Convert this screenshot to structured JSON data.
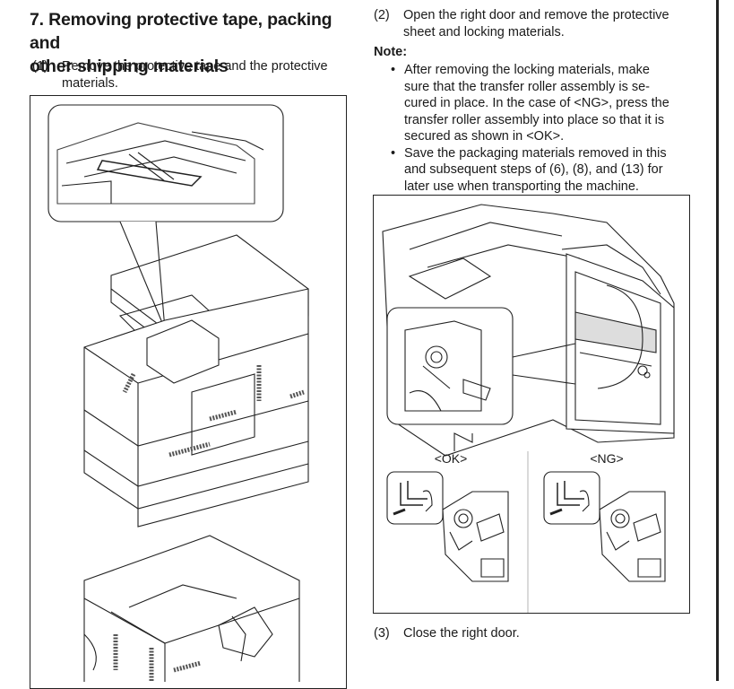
{
  "section": {
    "heading_line1": "7. Removing protective tape, packing and",
    "heading_line2": "other shipping materials"
  },
  "steps": [
    {
      "number": "(1)",
      "line1": "Remove the protective tape and the protective",
      "line2": "materials."
    },
    {
      "number": "(2)",
      "line1": "Open the right door and remove the protective",
      "line2": "sheet and locking materials."
    },
    {
      "number": "(3)",
      "line1": "Close the right door."
    }
  ],
  "note": {
    "label": "Note:",
    "bullets": [
      {
        "lines": [
          "After removing the locking materials, make",
          "sure that the transfer roller assembly is se-",
          "cured in place. In the case of <NG>, press the",
          "transfer roller assembly into place so that it is",
          "secured as shown in <OK>."
        ]
      },
      {
        "lines": [
          "Save the packaging materials removed in this",
          "and subsequent steps of (6), (8), and (13) for",
          "later use when transporting the machine."
        ]
      }
    ]
  },
  "figure2": {
    "ok_label": "<OK>",
    "ng_label": "<NG>"
  }
}
